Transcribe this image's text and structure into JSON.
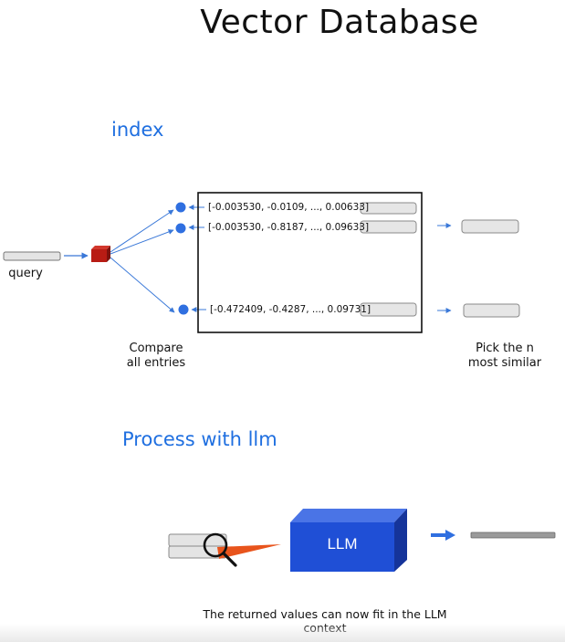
{
  "title": "Vector Database",
  "index": {
    "heading": "index",
    "query_label": "query",
    "compare_label_line1": "Compare",
    "compare_label_line2": "all entries",
    "pick_label_line1": "Pick the n",
    "pick_label_line2": "most similar",
    "vectors": [
      "[-0.003530, -0.0109, ..., 0.00633]",
      "[-0.003530, -0.8187, ..., 0.09633]",
      "[-0.472409, -0.4287, ..., 0.09731]"
    ]
  },
  "process": {
    "heading": "Process with llm",
    "llm_label": "LLM",
    "caption_line1": "The returned values can now fit in the LLM",
    "caption_line2": "context"
  },
  "colors": {
    "accent_blue": "#1f6fe0",
    "arrow_blue": "#3a78d8",
    "query_cube": "#b81c14",
    "llm_box": "#1f4fd6",
    "cone_orange": "#e8541c"
  }
}
